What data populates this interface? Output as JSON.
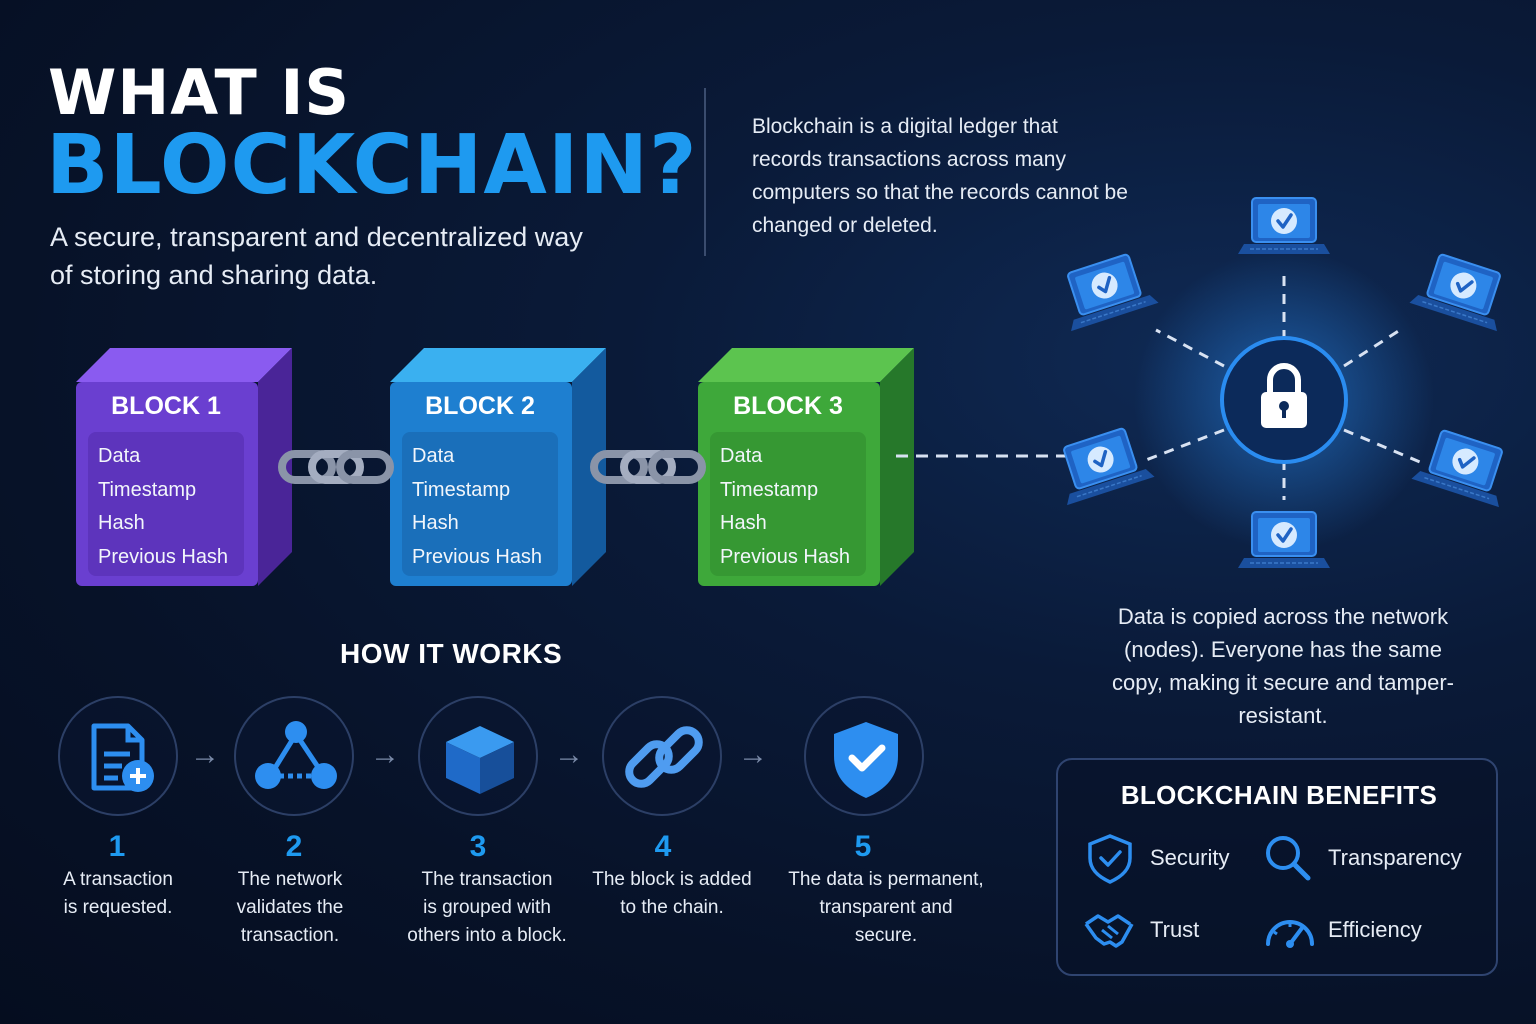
{
  "title": {
    "line1": "WHAT IS",
    "line2": "BLOCKCHAIN?",
    "subtitle": "A secure, transparent and decentralized way of storing and sharing data."
  },
  "intro": "Blockchain is a digital ledger that records transactions across many computers so that the records cannot be changed or deleted.",
  "blocks": [
    {
      "title": "BLOCK 1",
      "fields": [
        "Data",
        "Timestamp",
        "Hash",
        "Previous Hash"
      ],
      "color": "#6a3fd0"
    },
    {
      "title": "BLOCK 2",
      "fields": [
        "Data",
        "Timestamp",
        "Hash",
        "Previous Hash"
      ],
      "color": "#1e7fd0"
    },
    {
      "title": "BLOCK 3",
      "fields": [
        "Data",
        "Timestamp",
        "Hash",
        "Previous Hash"
      ],
      "color": "#3ea83a"
    }
  ],
  "network": {
    "center_icon": "lock-icon",
    "node_icon": "laptop-check-icon",
    "description": "Data is copied across the network (nodes). Everyone has the same copy, making it secure and tamper-resistant."
  },
  "how_it_works": {
    "title": "HOW IT WORKS",
    "steps": [
      {
        "number": "1",
        "icon": "document-add-icon",
        "text": [
          "A transaction",
          "is requested."
        ]
      },
      {
        "number": "2",
        "icon": "network-nodes-icon",
        "text": [
          "The network",
          "validates the",
          "transaction."
        ]
      },
      {
        "number": "3",
        "icon": "cube-icon",
        "text": [
          "The transaction",
          "is grouped with",
          "others into a block."
        ]
      },
      {
        "number": "4",
        "icon": "chain-link-icon",
        "text": [
          "The block is added",
          "to the chain."
        ]
      },
      {
        "number": "5",
        "icon": "shield-check-icon",
        "text": [
          "The data is permanent,",
          "transparent and",
          "secure."
        ]
      }
    ]
  },
  "benefits": {
    "title": "BLOCKCHAIN BENEFITS",
    "items": [
      {
        "label": "Security",
        "icon": "shield-check-icon"
      },
      {
        "label": "Transparency",
        "icon": "magnifier-icon"
      },
      {
        "label": "Trust",
        "icon": "handshake-icon"
      },
      {
        "label": "Efficiency",
        "icon": "speedometer-icon"
      }
    ]
  },
  "colors": {
    "accent": "#1e9af0",
    "background": "#071228",
    "block1": "#6a3fd0",
    "block2": "#1e7fd0",
    "block3": "#3ea83a"
  }
}
